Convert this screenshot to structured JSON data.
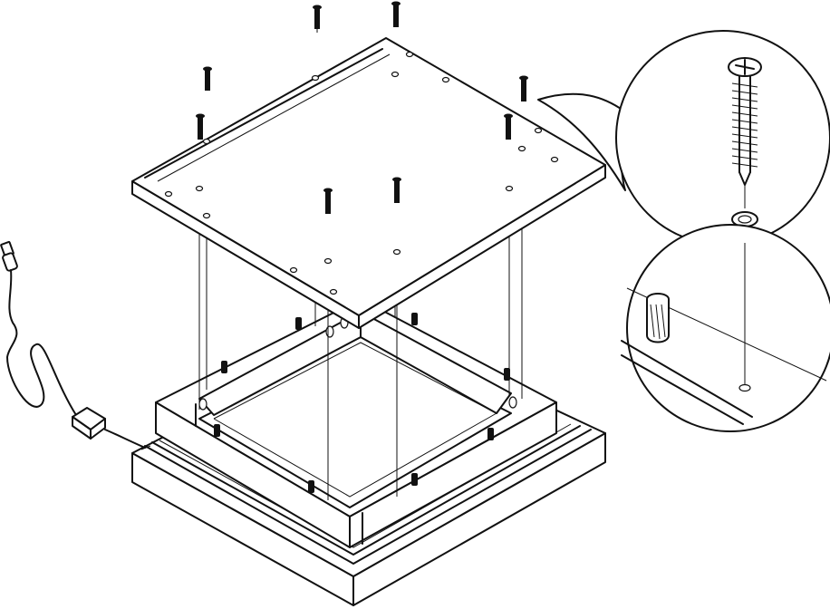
{
  "diagram": {
    "parts": [
      "top-panel",
      "frame",
      "base-tray",
      "usb-cable",
      "screws",
      "dowel-pins",
      "detail-screw-callout",
      "detail-dowel-callout"
    ],
    "colors": {
      "line": "#111111",
      "background": "#ffffff"
    },
    "icons": [
      "screw-icon",
      "dowel-icon",
      "usb-plug-icon",
      "switch-box-icon"
    ]
  }
}
